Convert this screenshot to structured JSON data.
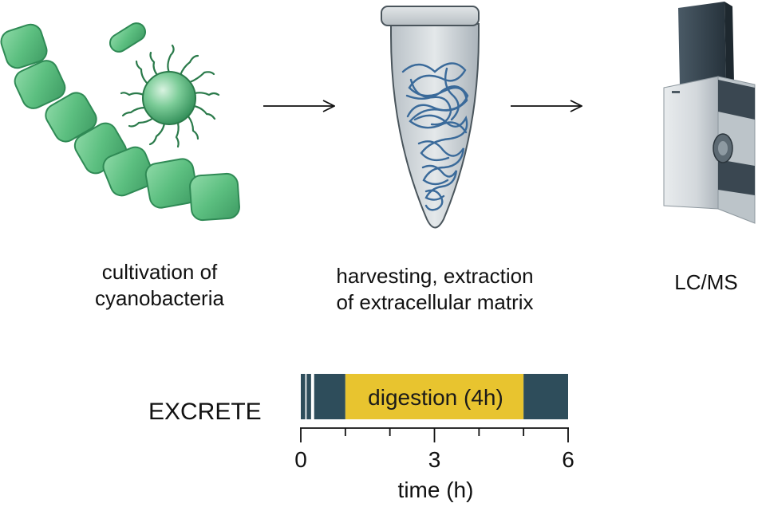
{
  "steps": [
    {
      "line1": "cultivation of",
      "line2": "cyanobacteria",
      "icon": "cyanobacteria-icon"
    },
    {
      "line1": "harvesting, extraction",
      "line2": "of extracellular matrix",
      "icon": "tube-icon"
    },
    {
      "line1": "LC/MS",
      "line2": "",
      "icon": "mass-spectrometer-icon"
    }
  ],
  "timeline": {
    "method_label": "EXCRETE",
    "digestion_label": "digestion (4h)",
    "axis_label": "time (h)",
    "tick_labels": [
      "0",
      "3",
      "6"
    ],
    "segments": [
      {
        "name": "wash-1",
        "start": 0.0,
        "end": 0.1,
        "color": "#2e4d5b"
      },
      {
        "name": "wash-2",
        "start": 0.13,
        "end": 0.23,
        "color": "#2e4d5b"
      },
      {
        "name": "prep",
        "start": 0.3,
        "end": 1.0,
        "color": "#2e4d5b"
      },
      {
        "name": "digestion",
        "start": 1.0,
        "end": 5.0,
        "color": "#e8c42f"
      },
      {
        "name": "cleanup",
        "start": 5.0,
        "end": 6.0,
        "color": "#2e4d5b"
      }
    ],
    "range": [
      0,
      6
    ]
  },
  "colors": {
    "cell_fill": "#5fbf83",
    "cell_stroke": "#2f8a55",
    "dna": "#3a6a9a",
    "dark_segment": "#2e4d5b",
    "digestion": "#e8c42f"
  }
}
